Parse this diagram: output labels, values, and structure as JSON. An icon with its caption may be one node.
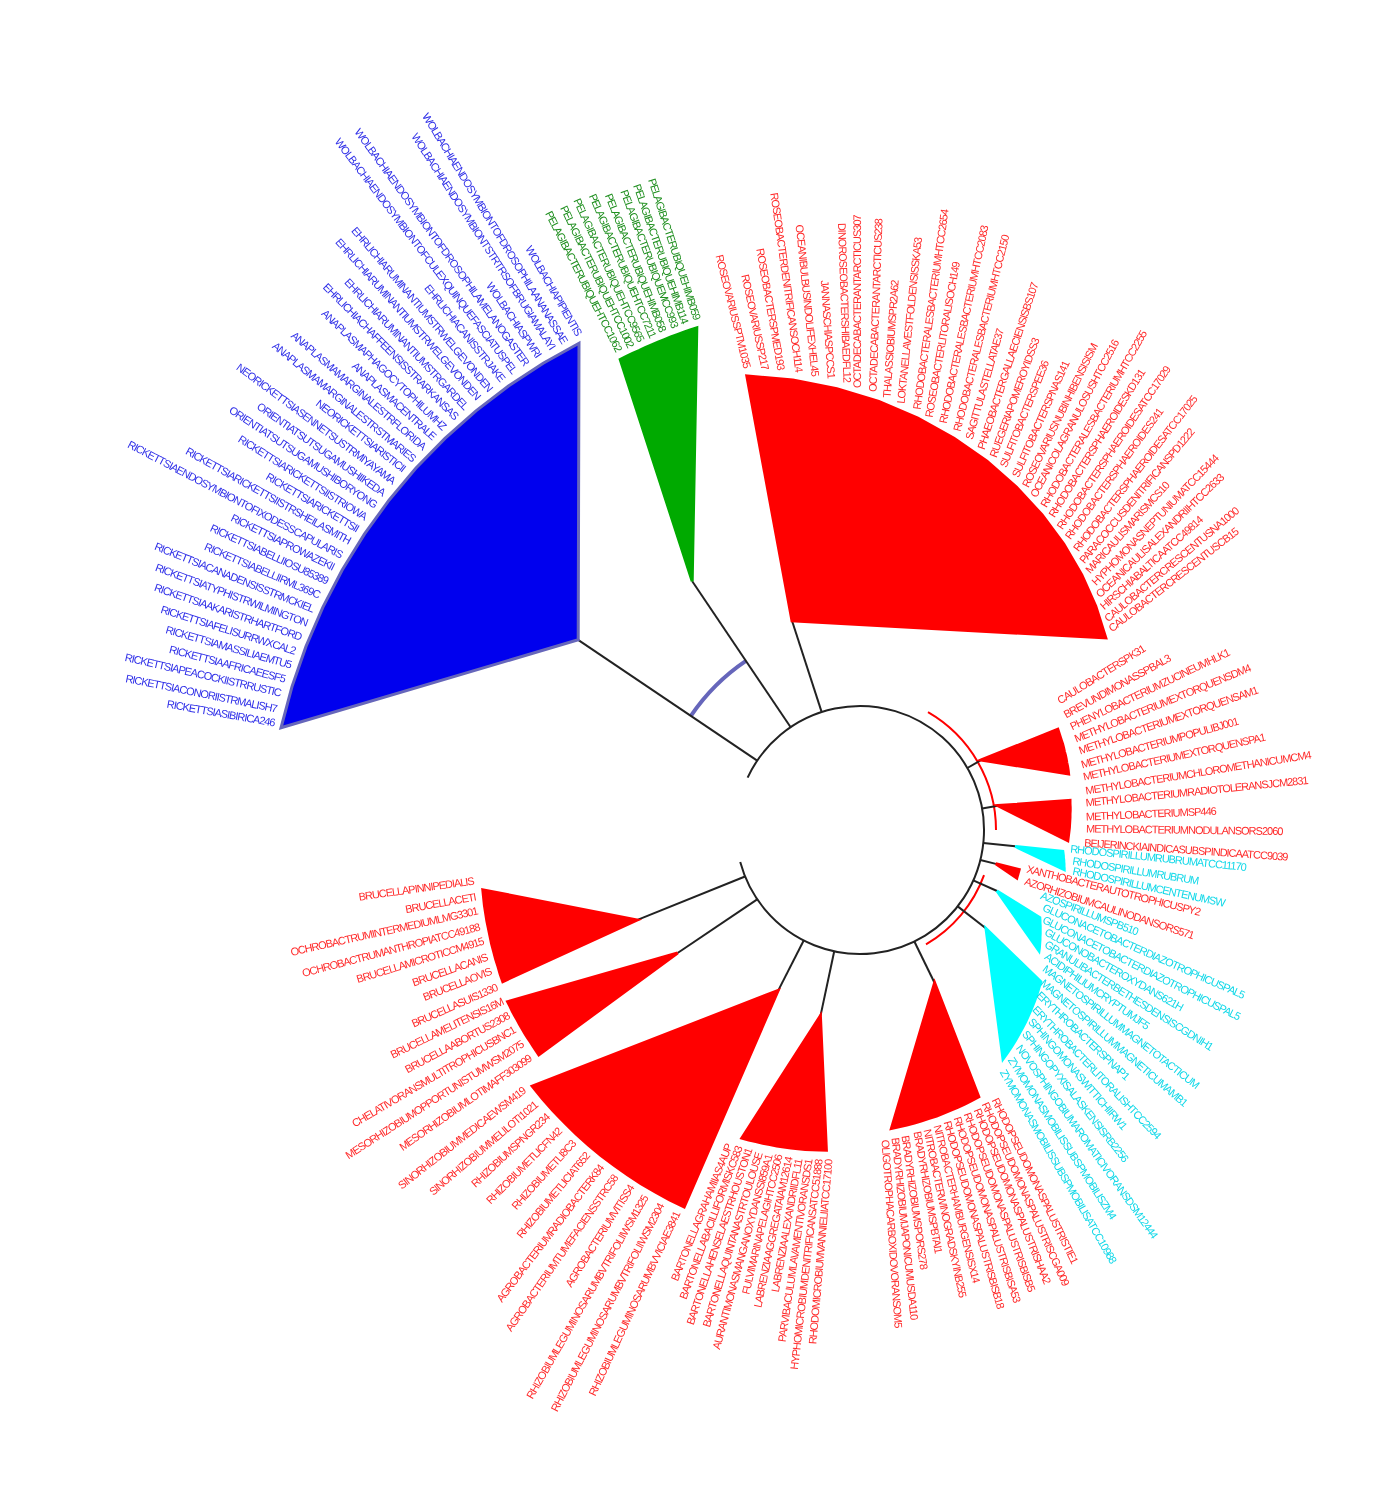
{
  "diagram": {
    "labels": [
      "RICKETTSIASIBIRICA246",
      "RICKETTSIACONORIISTRMALISH7",
      "RICKETTSIAPEACOCKIISTRRUSTIC",
      "RICKETTSIAAFRICAEESF5",
      "RICKETTSIAMASSILIAEMTU5",
      "RICKETTSIAFELISURRWXCAL2",
      "RICKETTSIAAKARISTRHARTFORD",
      "RICKETTSIATYPHISTRWILMINGTON",
      "RICKETTSIACANADENSISSTRMCKIEL",
      "RICKETTSIABELLIIRML369C",
      "RICKETTSIABELLIIOSU85389",
      "RICKETTSIAPROWAZEKII",
      "RICKETTSIAENDOSYMBIONTOFIXODESSCAPULARIS",
      "RICKETTSIARICKETTSIISTRSHEILASMITH",
      "RICKETTSIARICKETTSII",
      "RICKETTSIARICKETTSIISTRIOWA",
      "ORIENTIATSUTSUGAMUSHIBORYONG",
      "ORIENTIATSUTSUGAMUSHIIKEDA",
      "NEORICKETTSIASENNETSUSTRMIYAYAMA",
      "NEORICKETTSIARISTICII",
      "ANAPLASMAMARGINALESTRSTMARIES",
      "ANAPLASMAMARGINALESTRFLORIDA",
      "ANAPLASMACENTRALE",
      "ANAPLASMAPHAGOCYTOPHILUMHZ",
      "EHRLICHIACHAFFEENSISSTRARKANSAS",
      "EHRLICHIARUMINANTIUMSTRGARDEL",
      "EHRLICHIARUMINANTIUMSTRWELGEVONDEN",
      "EHRLICHIARUMINANTIUMSTRWELGEVONDEN",
      "EHRLICHIACANISSTRJAKE",
      "WOLBACHIAENDOSYMBIONTOFCULEXQUINQUEFASCIATUSPEL",
      "WOLBACHIAENDOSYMBIONTOFDROSOPHILAMELANOGASTER",
      "WOLBACHIASPWRI",
      "WOLBACHIAENDOSYMBIONTSTRTRSOFBRUGIAMALAYI",
      "WOLBACHIAENDOSYMBIONTOFDROSOPHILAANANASSAE",
      "WOLBACHIAPIPIENTIS",
      "PELAGIBACTERUBIQUEHTCC1062",
      "PELAGIBACTERUBIQUEHTCC1002",
      "PELAGIBACTERUBIQUEHTCC9565",
      "PELAGIBACTERUBIQUEHTCC7211",
      "PELAGIBACTERUBIQUEHIMB058",
      "PELAGIBACTERUBIQUEMCC993",
      "PELAGIBACTERUBIQUEHIMB114",
      "PELAGIBACTERUBIQUEHIMB059",
      "ROSEOVARIUSSPTM1035",
      "ROSEOVARIUSSP217",
      "ROSEOBACTERSPMED193",
      "ROSEOBACTERDENITRIFICANSOCH114",
      "OCEANIBULBUSINDOLIFEXHEL45",
      "JANNASCHIASPCCS1",
      "DINOROSEOBACTERSHIBAEDFL12",
      "OCTADECABACTERANTARCTICUS307",
      "OCTADECABACTERANTARCTICUS238",
      "THALASSIOBIUMSPR2A62",
      "LOKTANELLAVESTFOLDENSISSKA53",
      "RHODOBACTERALESBACTERIUMHTCC2654",
      "ROSEOBACTERLITORALISOCH149",
      "RHODOBACTERALESBACTERIUMHTCC2083",
      "RHODOBACTERALESBACTERIUMHTCC2150",
      "SAGITTULASTELLATAE37",
      "PHAEOBACTERGALLAECIENSISBS107",
      "RUEGERIAPOMEROYIDSS3",
      "SULFITOBACTERSPEE36",
      "SULFITOBACTERSPNAS141",
      "ROSEOVARIUSNUBINHIBENSISISM",
      "OCEANICOLAGRANULOSUSHTCC2516",
      "RHODOBACTERALESBACTERIUMHTCC2255",
      "RHODOBACTERSPHAEROIDESKD131",
      "RHODOBACTERSPHAEROIDESATCC17029",
      "RHODOBACTERSPHAEROIDES241",
      "RHODOBACTERSPHAEROIDESATCC17025",
      "PARACOCCUSDENITRIFICANSPD1222",
      "MARICAULISMARISMCS10",
      "HYPHOMONASNEPTUNIUMATCC15444",
      "OCEANICAULISALEXANDRIIHTCC2633",
      "HIRSCHIABALTICAATCC49814",
      "CAULOBACTERCRESCENTUSNA1000",
      "CAULOBACTERCRESCENTUSCB15",
      "CAULOBACTERSPK31",
      "BREVUNDIMONASSPBAL3",
      "PHENYLOBACTERIUMZUCINEUMHLK1",
      "METHYLOBACTERIUMEXTORQUENSDM4",
      "METHYLOBACTERIUMEXTORQUENSAM1",
      "METHYLOBACTERIUMPOPULIBJ001",
      "METHYLOBACTERIUMEXTORQUENSPA1",
      "METHYLOBACTERIUMCHLOROMETHANICUMCM4",
      "METHYLOBACTERIUMRADIOTOLERANSJCM2831",
      "METHYLOBACTERIUMSP446",
      "METHYLOBACTERIUMNODULANSORS2060",
      "BEIJERINCKIAINDICASUBSPINDICAATCC9039",
      "BRUCELLAPINNIPEDIALIS",
      "BRUCELLACETI",
      "OCHROBACTRUMINTERMEDIUMLMG3301",
      "OCHROBACTRUMANTHROPIATCC49188",
      "BRUCELLAMICROTICCM4915",
      "BRUCELLACANIS",
      "BRUCELLAOVIS",
      "BRUCELLASUIS1330",
      "BRUCELLAMELITENSIS16M",
      "BRUCELLAABORTUS2308",
      "CHELATIVORANSMULTITROPHICUSBNC1",
      "MESORHIZOBIUMOPPORTUNISTUMWSM2075",
      "MESORHIZOBIUMLOTIMAFF303099",
      "SINORHIZOBIUMMEDICAEWSM419",
      "SINORHIZOBIUMMELILOTI1021",
      "RHIZOBIUMSPNGR234",
      "RHIZOBIUMETLICFN42",
      "RHIZOBIUMETLI8C3",
      "RHIZOBIUMETLICIAT652",
      "AGROBACTERIUMRADIOBACTERK84",
      "AGROBACTERIUMTUMEFACIENSSTRC58",
      "AGROBACTERIUMVITISS4",
      "RHIZOBIUMLEGUMINOSARUMBVTRIFOLIIWSM1325",
      "RHIZOBIUMLEGUMINOSARUMBVTRIFOLIIWSM2304",
      "RHIZOBIUMLEGUMINOSARUMBVVICIAE3841",
      "BARTONELLAGRAHAMIIAS4AUP",
      "BARTONELLABACILLIFORMISKC583",
      "BARTONELLAHENSELAESTRHOUSTON1",
      "BARTONELLAQUINTANASTRTOULOUSE",
      "AURANTIMONASMANGANOXYDANSSI859A1",
      "FULVIMARINAPELAGIHTCC2506",
      "LABRENZIAAGGREGATAIAM12614",
      "LABRENZIAALEXANDRIIDFL11",
      "PARVIBACULUMLAVAMENTIVORANSDS1",
      "HYPHOMICROBIUMDENITRIFICANSATCC51888",
      "RHODOMICROBIUMVANNIELIIATCC17100",
      "OLIGOTROPHACARBOXIDOVORANSOM5",
      "BRADYRHIZOBIUMJAPONICUMUSDA110",
      "BRADYRHIZOBIUMSPORS278",
      "BRADYRHIZOBIUMSPBTAI1",
      "NITROBACTERWINOGRADSKYINB255",
      "NITROBACTERHAMBURGENSISX14",
      "RHODOPSEUDOMONASPALUSTRISBISB18",
      "RHODOPSEUDOMONASPALUSTRISBISA53",
      "RHODOPSEUDOMONASPALUSTRISBISB5",
      "RHODOPSEUDOMONASPALUSTRISHAA2",
      "RHODOPSEUDOMONASPALUSTRISCGA009",
      "RHODOPSEUDOMONASPALUSTRISTIE1",
      "ZYMOMONASMOBILISSUBSPMOBILISATCC10988",
      "ZYMOMONASMOBILISSUBSPMOBILISZM4",
      "NOVOSPHINGOBIUMAROMATICIVORANSDSM12444",
      "SPHINGOPYXISALASKENSISRB2256",
      "SPHINGOMONASWITTICHIIRW1",
      "ERYTHROBACTERLITORALISHTCC2594",
      "ERYTHROBACTERSPNAP1",
      "MAGNETOSPIRILLUMMAGNETICUMAMB1",
      "MAGNETOSPIRILLUMMAGNETOTACTICUM",
      "ACIDIPHILIUMCRYPTUMJF5",
      "GRANULIBACTERBETHESDENSISCGDNIH1",
      "GLUCONOBACTEROXYDANS621H",
      "GLUCONACETOBACTERDIAZOTROPHICUSPAL5",
      "GLUCONACETOBACTERDIAZOTROPHICUSPAL5",
      "AZOSPIRILLUMSPB510",
      "AZORHIZOBIUMCAULINODANSORS571",
      "XANTHOBACTERAUTOTROPHICUSPY2",
      "RHODOSPIRILLUMCENTENUMSW",
      "RHODOSPIRILLUMRUBRUM",
      "RHODOSPIRILLUMRUBRUMATCC11170"
    ]
  }
}
